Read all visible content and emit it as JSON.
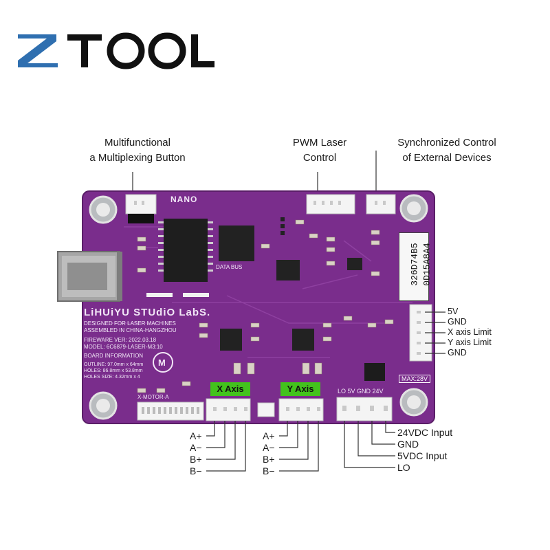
{
  "brand": {
    "logo_text": "ZTOOL",
    "accent": "#2f6fb0"
  },
  "callouts": {
    "button": "Multifunctional a Multiplexing Button",
    "button_line1": "Multifunctional",
    "button_line2": "a Multiplexing Button",
    "pwm_line1": "PWM Laser",
    "pwm_line2": "Control",
    "sync_line1": "Synchronized Control",
    "sync_line2": "of External Devices"
  },
  "right_pins": [
    "5V",
    "GND",
    "X axis Limit",
    "Y axis Limit",
    "GND"
  ],
  "axes": {
    "x_label": "X Axis",
    "y_label": "Y Axis",
    "x_pins": [
      "A+",
      "A−",
      "B+",
      "B−"
    ],
    "y_pins": [
      "A+",
      "A−",
      "B+",
      "B−"
    ]
  },
  "power_pins": [
    "24VDC Input",
    "GND",
    "5VDC Input",
    "LO"
  ],
  "board": {
    "name": "LiHUiYU STUdiO LabS.",
    "lines": [
      "DESIGNED FOR LASER MACHINES",
      "ASSEMBLED IN CHINA-HANGZHOU",
      "FIREWARE VER: 2022.03.18",
      "MODEL: 6C6879-LASER-M3:10",
      "BOARD INFORMATION",
      "OUTLINE: 97.0mm x 64mm",
      "HOLES: 86.8mm x 53.8mm",
      "HOLES SIZE: 4.32mm x 4"
    ],
    "model_tag": "NANO",
    "serial_1": "326D74B5",
    "serial_2": "0D15A8A4",
    "data_bus": "DATA BUS",
    "x_motor": "X-MOTOR-A",
    "max_volt": "MAX:28V",
    "conn_labels": "LO   5V   GND   24V",
    "pcb_color": "#7a2d8c"
  }
}
